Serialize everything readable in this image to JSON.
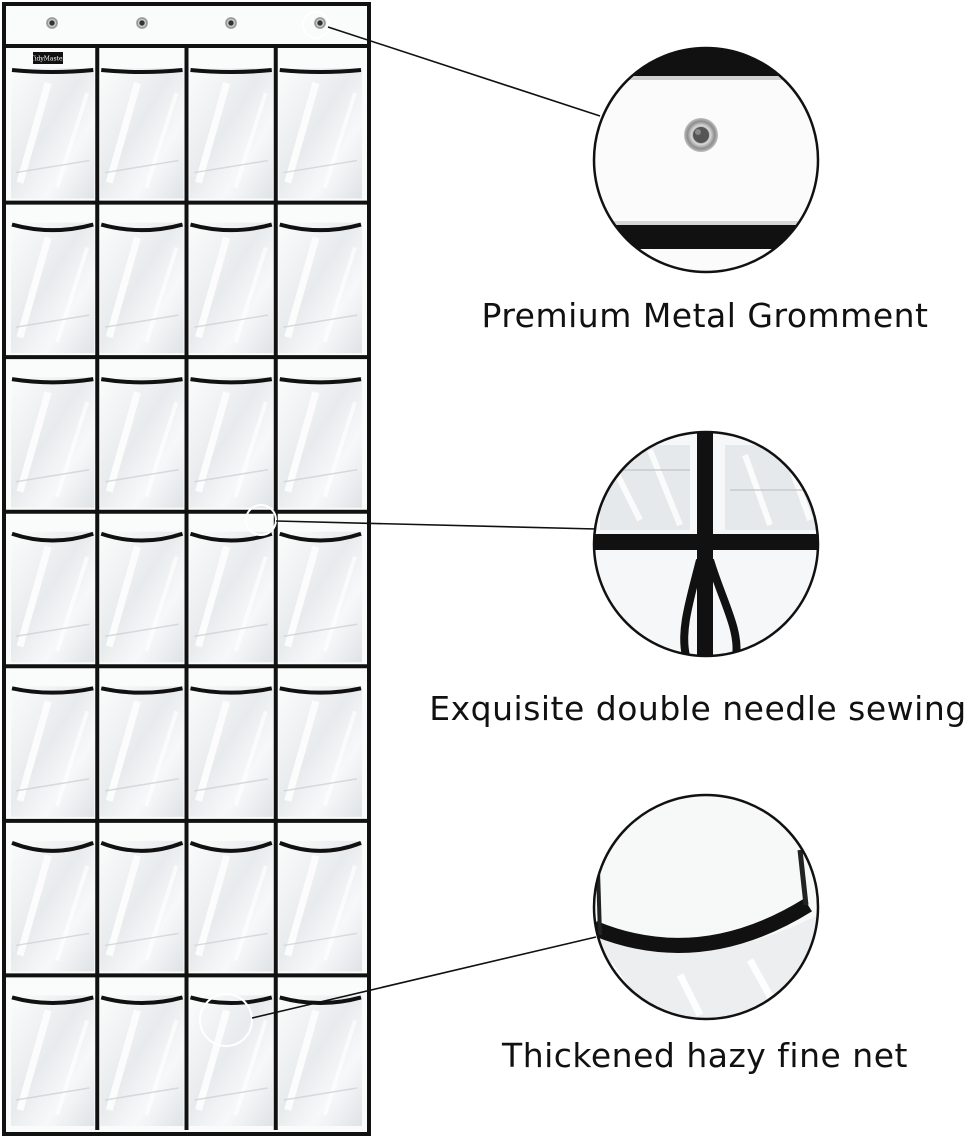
{
  "product": {
    "brand_label": "TidyMaster",
    "rows": 7,
    "columns": 4
  },
  "callouts": [
    {
      "label": "Premium Metal Gromment",
      "detail": "grommet-closeup"
    },
    {
      "label": "Exquisite double needle sewing",
      "detail": "stitching-closeup"
    },
    {
      "label": "Thickened hazy fine net",
      "detail": "pocket-edge-closeup"
    }
  ],
  "colors": {
    "background": "#ffffff",
    "trim": "#111111",
    "vinyl": "#f2f4f5",
    "vinyl_highlight": "#ffffff",
    "vinyl_shadow": "#c9cdd1"
  }
}
